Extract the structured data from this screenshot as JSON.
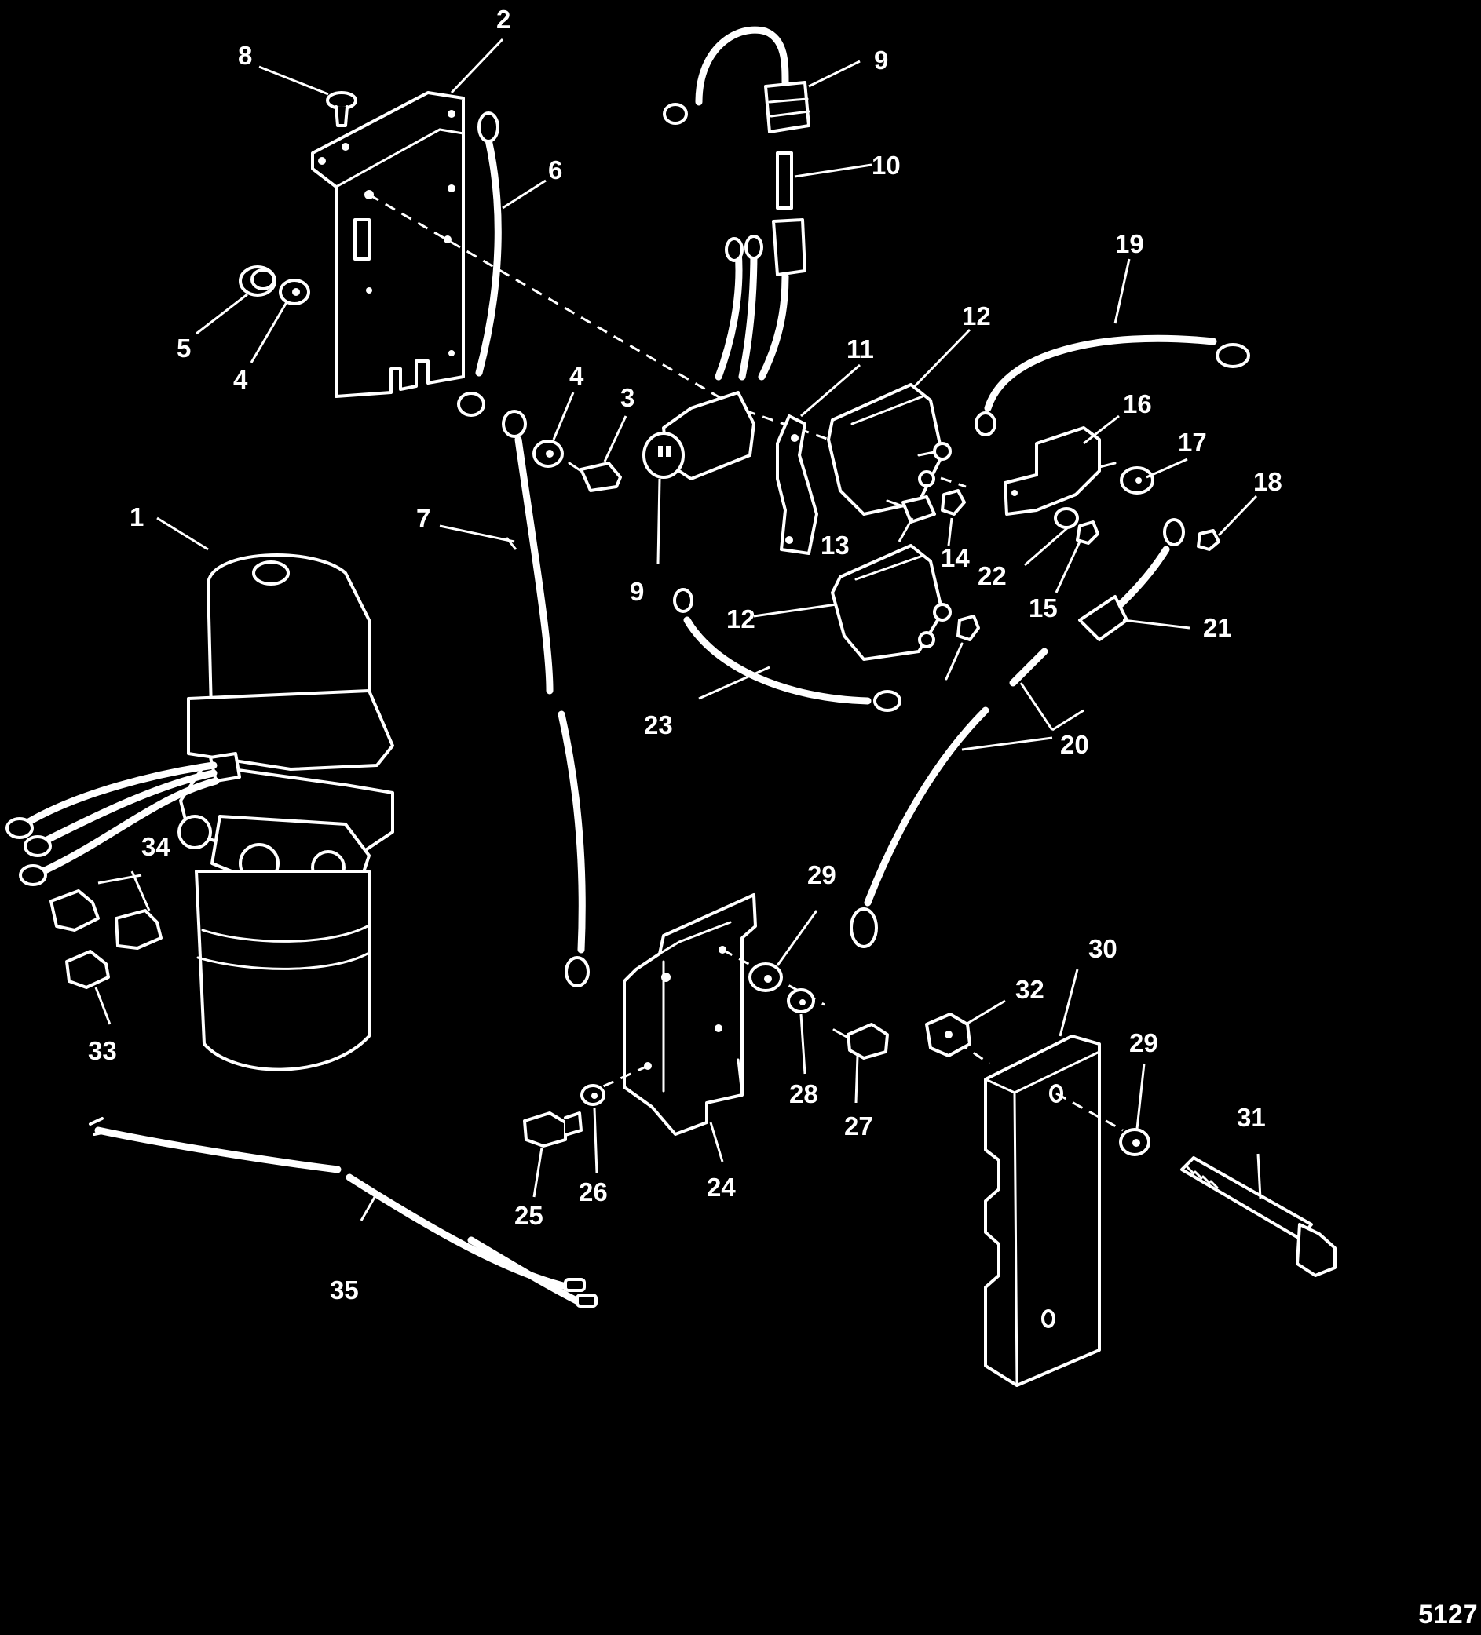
{
  "figure_number": "5127",
  "callouts": {
    "c1": "1",
    "c2": "2",
    "c3": "3",
    "c4a": "4",
    "c4b": "4",
    "c5": "5",
    "c6": "6",
    "c7": "7",
    "c8": "8",
    "c9a": "9",
    "c9b": "9",
    "c10": "10",
    "c11": "11",
    "c12a": "12",
    "c12b": "12",
    "c13": "13",
    "c14": "14",
    "c15": "15",
    "c16": "16",
    "c17": "17",
    "c18": "18",
    "c19": "19",
    "c20": "20",
    "c21": "21",
    "c22": "22",
    "c23": "23",
    "c24": "24",
    "c25": "25",
    "c26": "26",
    "c27": "27",
    "c28": "28",
    "c29a": "29",
    "c29b": "29",
    "c30": "30",
    "c31": "31",
    "c32": "32",
    "c33": "33",
    "c34": "34",
    "c35": "35"
  }
}
